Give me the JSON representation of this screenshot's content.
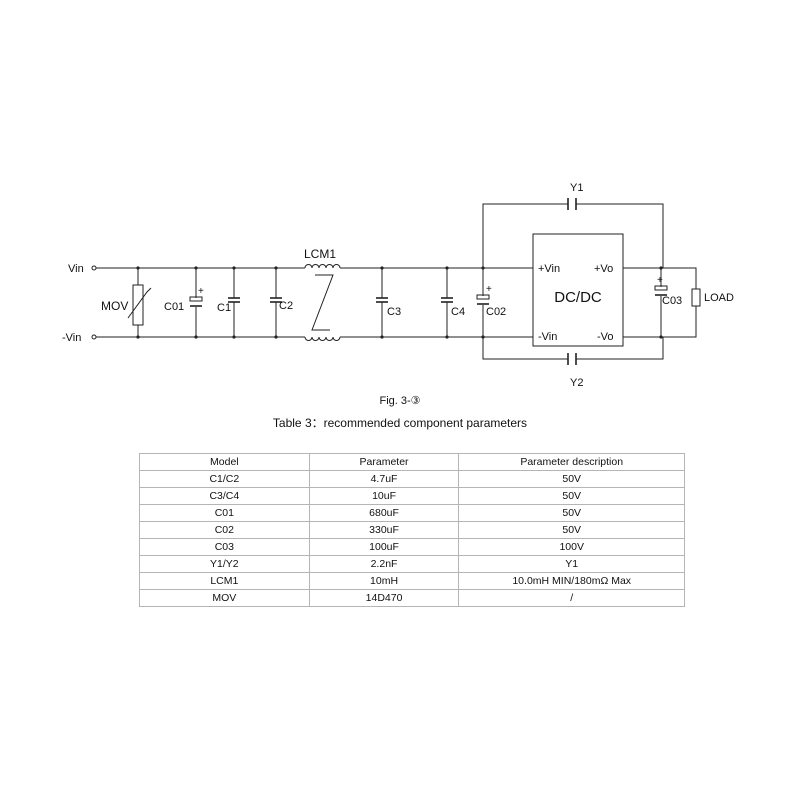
{
  "figure": {
    "labels": {
      "vin": "Vin",
      "neg_vin": "-Vin",
      "mov": "MOV",
      "c01": "C01",
      "c1": "C1",
      "c2": "C2",
      "lcm1": "LCM1",
      "c3": "C3",
      "c4": "C4",
      "c02": "C02",
      "c03": "C03",
      "y1": "Y1",
      "y2": "Y2",
      "load": "LOAD",
      "module_title": "DC/DC",
      "pin_pos_vin": "+Vin",
      "pin_neg_vin": "-Vin",
      "pin_pos_vo": "+Vo",
      "pin_neg_vo": "-Vo",
      "plus_sign": "+"
    },
    "caption": "Fig. 3-③"
  },
  "table": {
    "caption": "Table 3：recommended component parameters",
    "headers": [
      "Model",
      "Parameter",
      "Parameter description"
    ],
    "rows": [
      [
        "C1/C2",
        "4.7uF",
        "50V"
      ],
      [
        "C3/C4",
        "10uF",
        "50V"
      ],
      [
        "C01",
        "680uF",
        "50V"
      ],
      [
        "C02",
        "330uF",
        "50V"
      ],
      [
        "C03",
        "100uF",
        "100V"
      ],
      [
        "Y1/Y2",
        "2.2nF",
        "Y1"
      ],
      [
        "LCM1",
        "10mH",
        "10.0mH MIN/180mΩ  Max"
      ],
      [
        "MOV",
        "14D470",
        "/"
      ]
    ]
  }
}
